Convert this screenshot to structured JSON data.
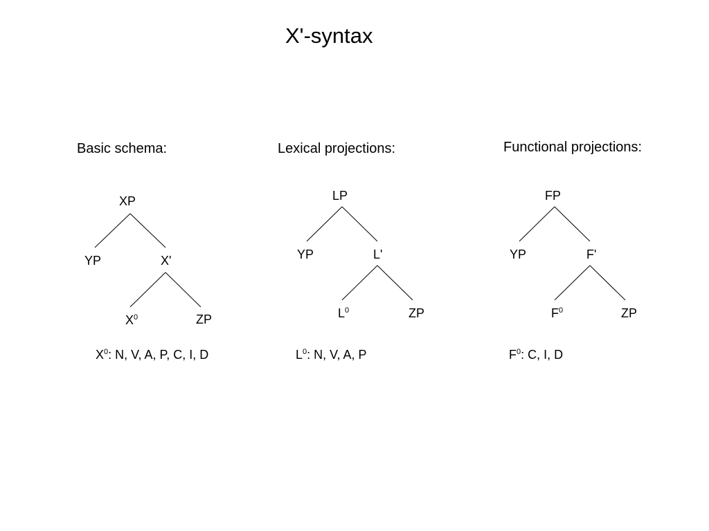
{
  "title": "X'-syntax",
  "basic": {
    "heading": "Basic schema:",
    "root": "XP",
    "spec": "YP",
    "bar": "X'",
    "head_base": "X",
    "head_sup": "0",
    "comp": "ZP",
    "caption_base": "X",
    "caption_sup": "0",
    "caption_rest": ": N, V, A, P, C, I, D"
  },
  "lexical": {
    "heading": "Lexical projections:",
    "root": "LP",
    "spec": "YP",
    "bar": "L'",
    "head_base": "L",
    "head_sup": "0",
    "comp": "ZP",
    "caption_base": "L",
    "caption_sup": "0",
    "caption_rest": ": N, V, A, P"
  },
  "functional": {
    "heading": "Functional projections:",
    "root": "FP",
    "spec": "YP",
    "bar": "F'",
    "head_base": "F",
    "head_sup": "0",
    "comp": "ZP",
    "caption_base": "F",
    "caption_sup": "0",
    "caption_rest": ": C, I, D"
  }
}
